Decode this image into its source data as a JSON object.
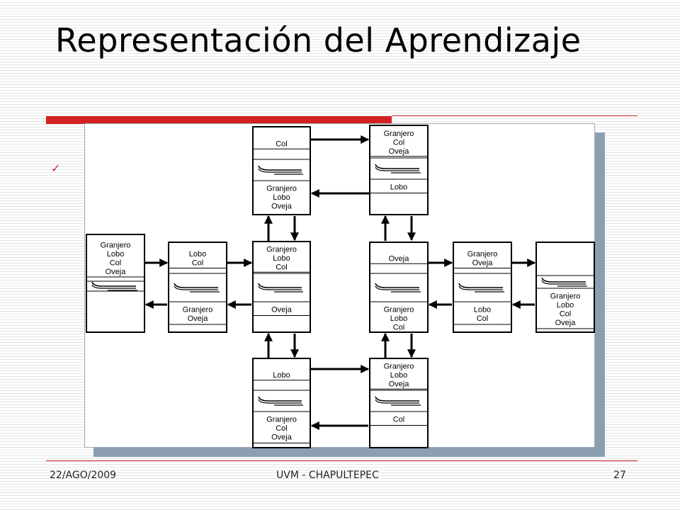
{
  "slide": {
    "title": "Representación del Aprendizaje",
    "bullet_icon": "checkmark-icon",
    "bullet_char": "✓"
  },
  "footer": {
    "date": "22/AGO/2009",
    "center": "UVM - CHAPULTEPEC",
    "page": "27"
  },
  "colors": {
    "accent_red": "#d42020",
    "diagram_shadow": "#8c9fb2"
  },
  "diagram": {
    "states": [
      {
        "id": "s_top_left",
        "upper": [
          "Col"
        ],
        "lower": [
          "Granjero",
          "Lobo",
          "Oveja"
        ]
      },
      {
        "id": "s_top_right",
        "upper": [
          "Granjero",
          "Col",
          "Oveja"
        ],
        "lower": [
          "Lobo"
        ]
      },
      {
        "id": "s_start",
        "upper": [
          "Granjero",
          "Lobo",
          "Col",
          "Oveja"
        ],
        "lower": []
      },
      {
        "id": "s_mid_1",
        "upper": [
          "Lobo",
          "Col"
        ],
        "lower": [
          "Granjero",
          "Oveja"
        ]
      },
      {
        "id": "s_mid_2",
        "upper": [
          "Granjero",
          "Lobo",
          "Col"
        ],
        "lower": [
          "Oveja"
        ]
      },
      {
        "id": "s_mid_3",
        "upper": [
          "Oveja"
        ],
        "lower": [
          "Granjero",
          "Lobo",
          "Col"
        ]
      },
      {
        "id": "s_mid_4",
        "upper": [
          "Granjero",
          "Oveja"
        ],
        "lower": [
          "Lobo",
          "Col"
        ]
      },
      {
        "id": "s_goal",
        "upper": [],
        "lower": [
          "Granjero",
          "Lobo",
          "Col",
          "Oveja"
        ]
      },
      {
        "id": "s_bottom_left",
        "upper": [
          "Lobo"
        ],
        "lower": [
          "Granjero",
          "Col",
          "Oveja"
        ]
      },
      {
        "id": "s_bottom_right",
        "upper": [
          "Granjero",
          "Lobo",
          "Oveja"
        ],
        "lower": [
          "Col"
        ]
      }
    ]
  }
}
